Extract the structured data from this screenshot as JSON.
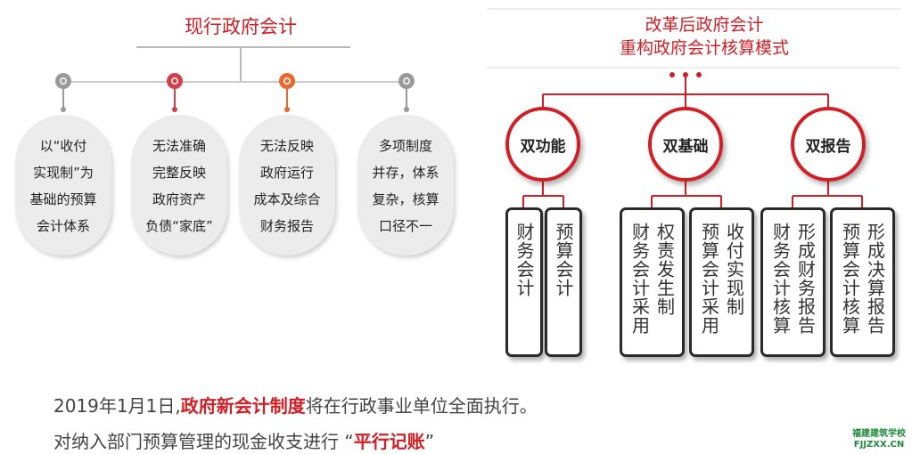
{
  "left": {
    "title": "现行政府会计",
    "items": [
      {
        "lines": [
          "以“收付",
          "实现制”为",
          "基础的预算",
          "会计体系"
        ],
        "pin_color": "#9a9a9a"
      },
      {
        "lines": [
          "无法准确",
          "完整反映",
          "政府资产",
          "负债“家底”"
        ],
        "pin_color": "#d0414a"
      },
      {
        "lines": [
          "无法反映",
          "政府运行",
          "成本及综合",
          "财务报告"
        ],
        "pin_color": "#e8692e"
      },
      {
        "lines": [
          "多项制度",
          "并存，体系",
          "复杂，核算",
          "口径不一"
        ],
        "pin_color": "#9a9a9a"
      }
    ]
  },
  "right": {
    "title_line1": "改革后政府会计",
    "title_line2": "重构政府会计核算模式",
    "groups": [
      {
        "label": "双功能",
        "boxes": [
          [
            "财务会计"
          ],
          [
            "预算会计"
          ]
        ]
      },
      {
        "label": "双基础",
        "boxes": [
          [
            "权责发生制",
            "财务会计采用"
          ],
          [
            "收付实现制",
            "预算会计采用"
          ]
        ]
      },
      {
        "label": "双报告",
        "boxes": [
          [
            "形成财务报告",
            "财务会计核算"
          ],
          [
            "形成决算报告",
            "预算会计核算"
          ]
        ]
      }
    ]
  },
  "bottom": {
    "line1_prefix": "2019年1月1日,",
    "line1_emphasis": "政府新会计制度",
    "line1_suffix": "将在行政事业单位全面执行。",
    "line2_prefix": "对纳入部门预算管理的现金收支进行 “",
    "line2_emphasis": "平行记账",
    "line2_suffix": "”"
  },
  "watermark": {
    "line1": "福建建筑学校",
    "line2": "FJJZXX.CN"
  },
  "colors": {
    "accent": "#d11f25",
    "bubble": "#ececec",
    "box_border": "#2a2a2a"
  }
}
